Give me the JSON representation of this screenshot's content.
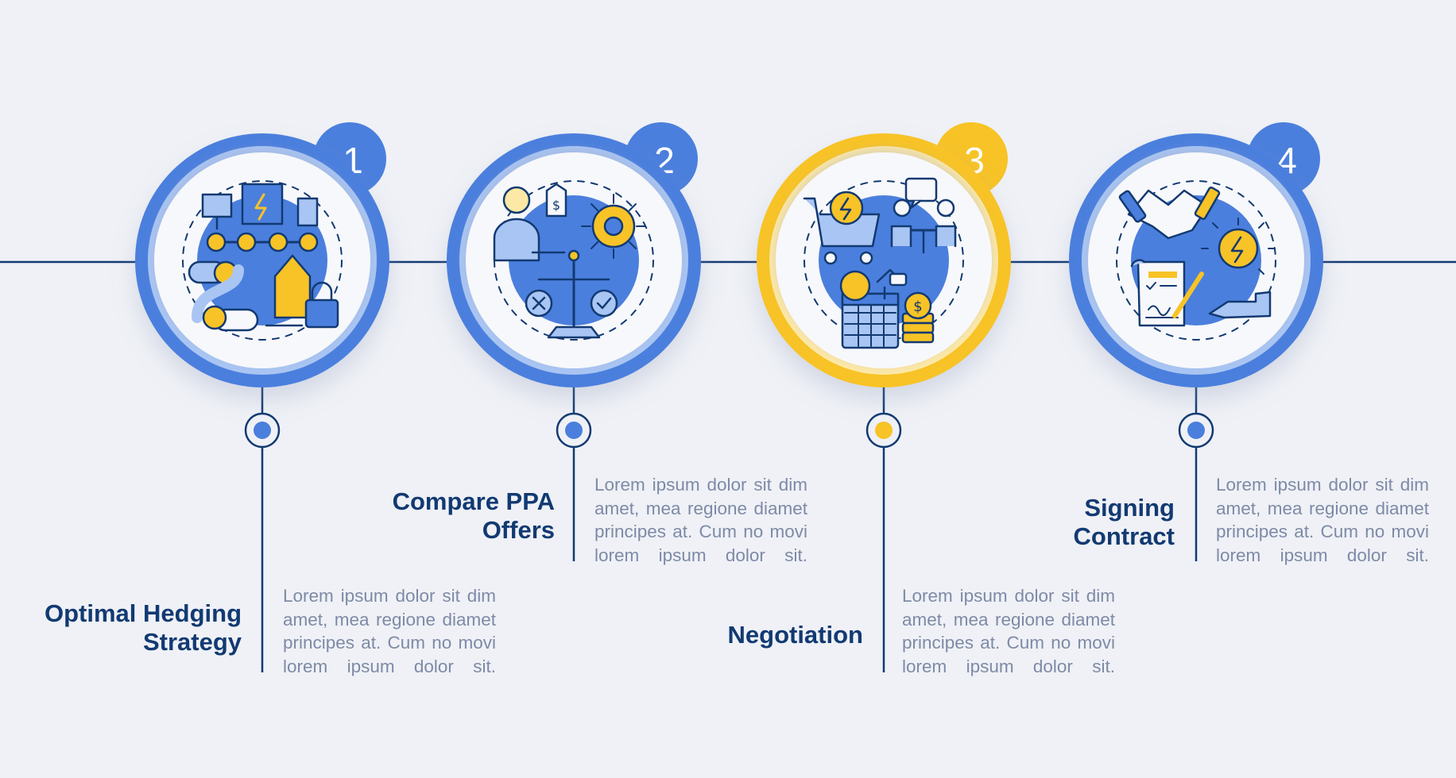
{
  "colors": {
    "background": "#eff1f6",
    "navy": "#123a72",
    "blue": "#4b7fdd",
    "blue_light": "#a9c5f3",
    "yellow": "#f7c326",
    "yellow_light": "#fde8a6",
    "text_gray": "#7e8aa6"
  },
  "steps": [
    {
      "number": "1",
      "title": "Optimal Hedging\nStrategy",
      "description": "Lorem ipsum dolor sit dim amet, mea regione diamet principes at. Cum no movi lorem ipsum dolor sit.",
      "accent": "blue",
      "icon": "energy-hedging-icon"
    },
    {
      "number": "2",
      "title": "Compare PPA\nOffers",
      "description": "Lorem ipsum dolor sit dim amet, mea regione diamet principes at. Cum no movi lorem ipsum dolor sit.",
      "accent": "blue",
      "icon": "compare-offers-icon"
    },
    {
      "number": "3",
      "title": "Negotiation",
      "description": "Lorem ipsum dolor sit dim amet, mea regione diamet principes at. Cum no movi lorem ipsum dolor sit.",
      "accent": "yellow",
      "icon": "negotiation-icon"
    },
    {
      "number": "4",
      "title": "Signing\nContract",
      "description": "Lorem ipsum dolor sit dim amet, mea regione diamet principes at. Cum no movi lorem ipsum dolor sit.",
      "accent": "blue",
      "icon": "signing-contract-icon"
    }
  ]
}
